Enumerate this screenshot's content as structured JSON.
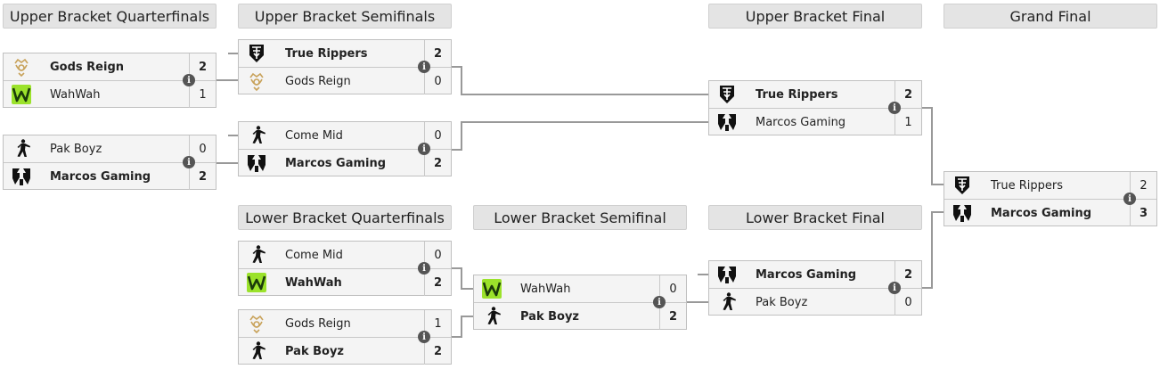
{
  "headers": {
    "ub_qf": "Upper Bracket Quarterfinals",
    "ub_sf": "Upper Bracket Semifinals",
    "ub_final": "Upper Bracket Final",
    "grand_final": "Grand Final",
    "lb_qf": "Lower Bracket Quarterfinals",
    "lb_sf": "Lower Bracket Semifinal",
    "lb_final": "Lower Bracket Final"
  },
  "matches": {
    "ubqf1": {
      "t1": {
        "name": "Gods Reign",
        "score": "2",
        "logo": "gods-reign-logo",
        "win": true
      },
      "t2": {
        "name": "WahWah",
        "score": "1",
        "logo": "wahwah-logo",
        "win": false
      }
    },
    "ubqf2": {
      "t1": {
        "name": "Pak Boyz",
        "score": "0",
        "logo": "pak-boyz-logo",
        "win": false
      },
      "t2": {
        "name": "Marcos Gaming",
        "score": "2",
        "logo": "marcos-gaming-logo",
        "win": true
      }
    },
    "ubsf1": {
      "t1": {
        "name": "True Rippers",
        "score": "2",
        "logo": "true-rippers-logo",
        "win": true
      },
      "t2": {
        "name": "Gods Reign",
        "score": "0",
        "logo": "gods-reign-logo",
        "win": false
      }
    },
    "ubsf2": {
      "t1": {
        "name": "Come Mid",
        "score": "0",
        "logo": "come-mid-logo",
        "win": false
      },
      "t2": {
        "name": "Marcos Gaming",
        "score": "2",
        "logo": "marcos-gaming-logo",
        "win": true
      }
    },
    "ubf": {
      "t1": {
        "name": "True Rippers",
        "score": "2",
        "logo": "true-rippers-logo",
        "win": true
      },
      "t2": {
        "name": "Marcos Gaming",
        "score": "1",
        "logo": "marcos-gaming-logo",
        "win": false
      }
    },
    "gf": {
      "t1": {
        "name": "True Rippers",
        "score": "2",
        "logo": "true-rippers-logo",
        "win": false
      },
      "t2": {
        "name": "Marcos Gaming",
        "score": "3",
        "logo": "marcos-gaming-logo",
        "win": true
      }
    },
    "lbqf1": {
      "t1": {
        "name": "Come Mid",
        "score": "0",
        "logo": "come-mid-logo",
        "win": false
      },
      "t2": {
        "name": "WahWah",
        "score": "2",
        "logo": "wahwah-logo",
        "win": true
      }
    },
    "lbqf2": {
      "t1": {
        "name": "Gods Reign",
        "score": "1",
        "logo": "gods-reign-logo",
        "win": false
      },
      "t2": {
        "name": "Pak Boyz",
        "score": "2",
        "logo": "pak-boyz-logo",
        "win": true
      }
    },
    "lbsf": {
      "t1": {
        "name": "WahWah",
        "score": "0",
        "logo": "wahwah-logo",
        "win": false
      },
      "t2": {
        "name": "Pak Boyz",
        "score": "2",
        "logo": "pak-boyz-logo",
        "win": true
      }
    },
    "lbf": {
      "t1": {
        "name": "Marcos Gaming",
        "score": "2",
        "logo": "marcos-gaming-logo",
        "win": true
      },
      "t2": {
        "name": "Pak Boyz",
        "score": "0",
        "logo": "pak-boyz-logo",
        "win": false
      }
    }
  },
  "info_icon_glyph": "i",
  "colors": {
    "header_bg": "#e4e4e4",
    "match_bg": "#f4f4f4",
    "connector": "#999999",
    "gods_reign": "#c8a25a",
    "wahwah": "#9be22b"
  }
}
